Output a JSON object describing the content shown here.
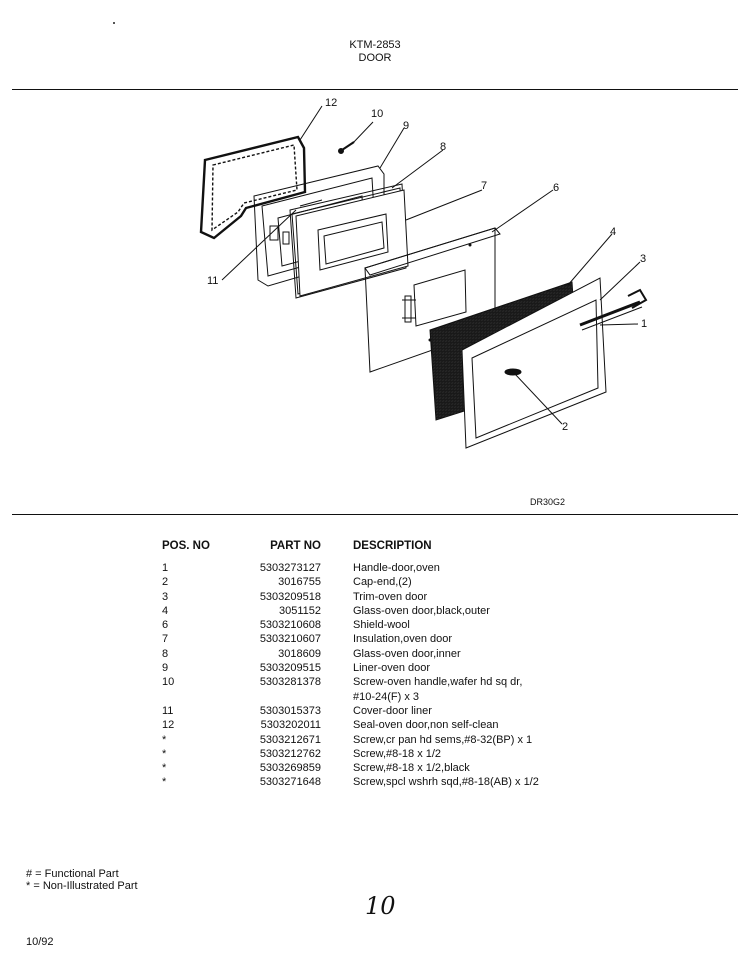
{
  "header": {
    "model": "KTM-2853",
    "section": "DOOR"
  },
  "diagram": {
    "code": "DR30G2",
    "callouts": [
      "12",
      "10",
      "9",
      "8",
      "7",
      "6",
      "4",
      "3",
      "1",
      "2",
      "11"
    ]
  },
  "table": {
    "headers": [
      "POS. NO",
      "PART NO",
      "DESCRIPTION"
    ],
    "rows": [
      {
        "pos": "1",
        "part": "5303273127",
        "desc": "Handle-door,oven"
      },
      {
        "pos": "2",
        "part": "3016755",
        "desc": "Cap-end,(2)"
      },
      {
        "pos": "3",
        "part": "5303209518",
        "desc": "Trim-oven door"
      },
      {
        "pos": "4",
        "part": "3051152",
        "desc": "Glass-oven door,black,outer"
      },
      {
        "pos": "6",
        "part": "5303210608",
        "desc": "Shield-wool"
      },
      {
        "pos": "7",
        "part": "5303210607",
        "desc": "Insulation,oven door"
      },
      {
        "pos": "8",
        "part": "3018609",
        "desc": "Glass-oven door,inner"
      },
      {
        "pos": "9",
        "part": "5303209515",
        "desc": "Liner-oven door"
      },
      {
        "pos": "10",
        "part": "5303281378",
        "desc": "Screw-oven handle,wafer hd sq dr,"
      },
      {
        "pos": "",
        "part": "",
        "desc": "#10-24(F) x 3"
      },
      {
        "pos": "11",
        "part": "5303015373",
        "desc": "Cover-door liner"
      },
      {
        "pos": "12",
        "part": "5303202011",
        "desc": "Seal-oven door,non self-clean"
      },
      {
        "pos": "*",
        "part": "5303212671",
        "desc": "Screw,cr pan hd sems,#8-32(BP) x 1"
      },
      {
        "pos": "*",
        "part": "5303212762",
        "desc": "Screw,#8-18 x 1/2"
      },
      {
        "pos": "*",
        "part": "5303269859",
        "desc": "Screw,#8-18 x 1/2,black"
      },
      {
        "pos": "*",
        "part": "5303271648",
        "desc": "Screw,spcl wshrh sqd,#8-18(AB) x 1/2"
      }
    ]
  },
  "legend": {
    "functional": "# = Functional Part",
    "non_illustrated": "* = Non-Illustrated Part"
  },
  "handwritten": "10",
  "date": "10/92"
}
